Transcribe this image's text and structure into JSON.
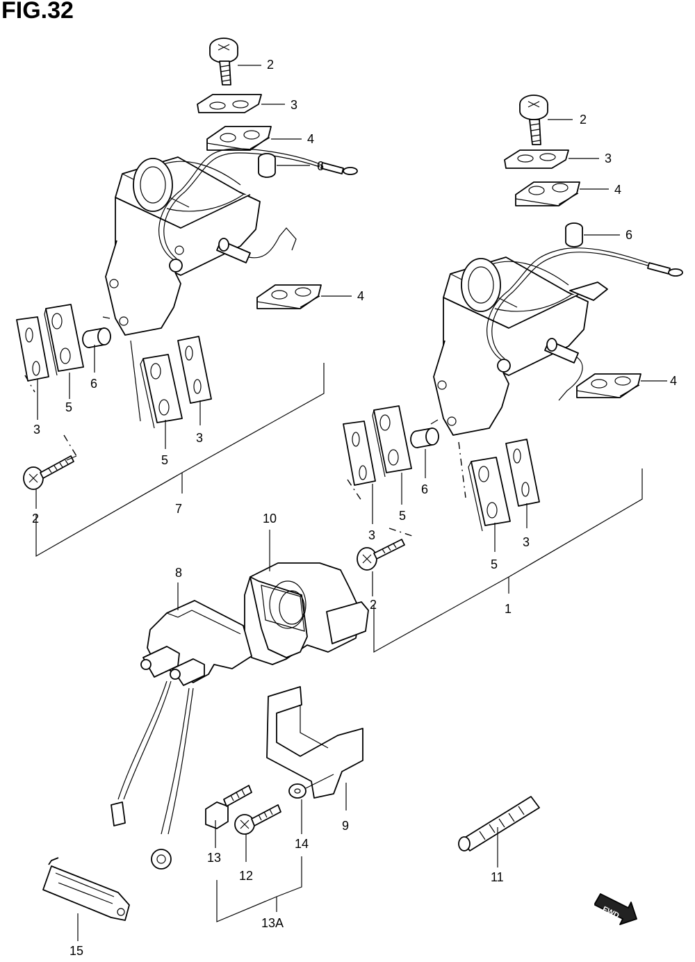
{
  "figure": {
    "title": "FIG.32"
  },
  "callouts": {
    "c2a": "2",
    "c3a": "3",
    "c4a": "4",
    "c6a": "6",
    "c4b": "4",
    "c2b": "2",
    "c3b": "3",
    "c4c": "4",
    "c6b": "6",
    "c4d": "4",
    "c3c": "3",
    "c5a": "5",
    "c6c": "6",
    "c5b": "5",
    "c3d": "3",
    "c2c": "2",
    "c7": "7",
    "c6d": "6",
    "c5c": "5",
    "c3e": "3",
    "c5d": "5",
    "c3f": "3",
    "c2d": "2",
    "c1": "1",
    "c10": "10",
    "c8": "8",
    "c9": "9",
    "c14": "14",
    "c13": "13",
    "c12": "12",
    "c13a": "13A",
    "c11": "11",
    "c15": "15"
  },
  "fwd_badge": "FWD"
}
